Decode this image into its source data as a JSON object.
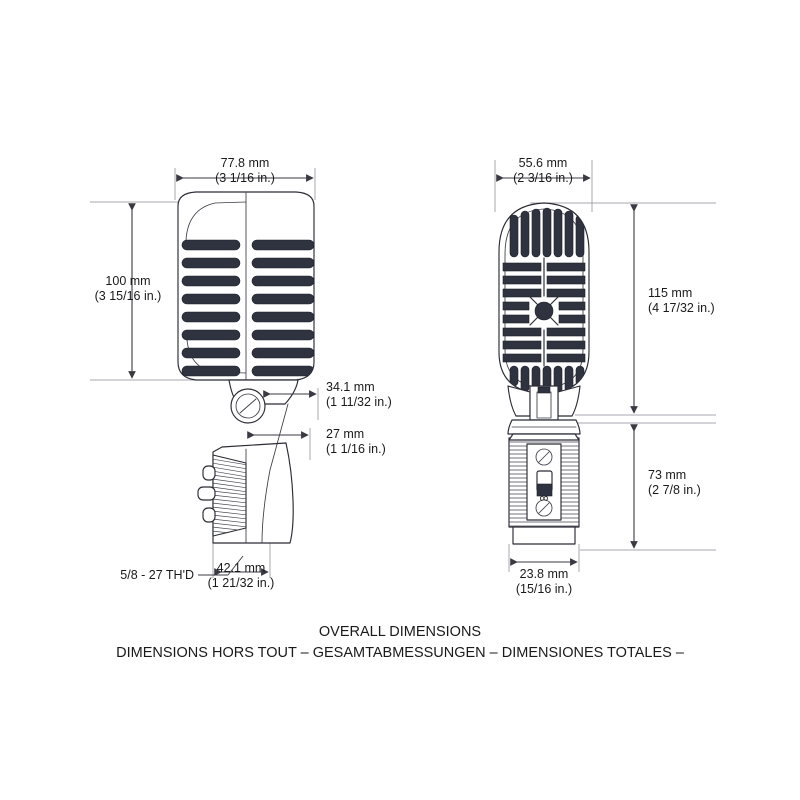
{
  "document": {
    "type": "technical-dimension-drawing",
    "subject": "vintage dynamic microphone",
    "background_color": "#ffffff",
    "line_color": "#2b2b36",
    "slat_color": "#2f3340"
  },
  "caption": {
    "line1": "OVERALL DIMENSIONS",
    "line2": "DIMENSIONS HORS TOUT – GESAMTABMESSUNGEN – DIMENSIONES TOTALES –"
  },
  "views": [
    {
      "id": "side-view",
      "name": "side-view-microphone",
      "label": "side view"
    },
    {
      "id": "front-view",
      "name": "front-view-microphone",
      "label": "front view"
    }
  ],
  "dimensions": {
    "side_width": {
      "metric": "77.8 mm",
      "imperial": "(3 1/16 in.)",
      "orientation": "horizontal",
      "view": "side-view"
    },
    "side_head_height": {
      "metric": "100 mm",
      "imperial": "(3 15/16 in.)",
      "orientation": "vertical",
      "view": "side-view"
    },
    "side_yoke_offset": {
      "metric": "34.1 mm",
      "imperial": "(1 11/32 in.)",
      "orientation": "horizontal",
      "view": "side-view"
    },
    "side_body_offset": {
      "metric": "27 mm",
      "imperial": "(1 1/16 in.)",
      "orientation": "horizontal",
      "view": "side-view"
    },
    "side_body_depth": {
      "metric": "42.1 mm",
      "imperial": "(1 21/32 in.)",
      "orientation": "horizontal",
      "view": "side-view"
    },
    "front_width": {
      "metric": "55.6 mm",
      "imperial": "(2 3/16 in.)",
      "orientation": "horizontal",
      "view": "front-view"
    },
    "front_head_height": {
      "metric": "115 mm",
      "imperial": "(4 17/32 in.)",
      "orientation": "vertical",
      "view": "front-view"
    },
    "front_body_height": {
      "metric": "73 mm",
      "imperial": "(2 7/8 in.)",
      "orientation": "vertical",
      "view": "front-view"
    },
    "front_body_diameter": {
      "metric": "23.8 mm",
      "imperial": "(15/16 in.)",
      "orientation": "horizontal",
      "view": "front-view"
    }
  },
  "notes": {
    "thread_spec": "5/8 - 27  TH'D"
  }
}
